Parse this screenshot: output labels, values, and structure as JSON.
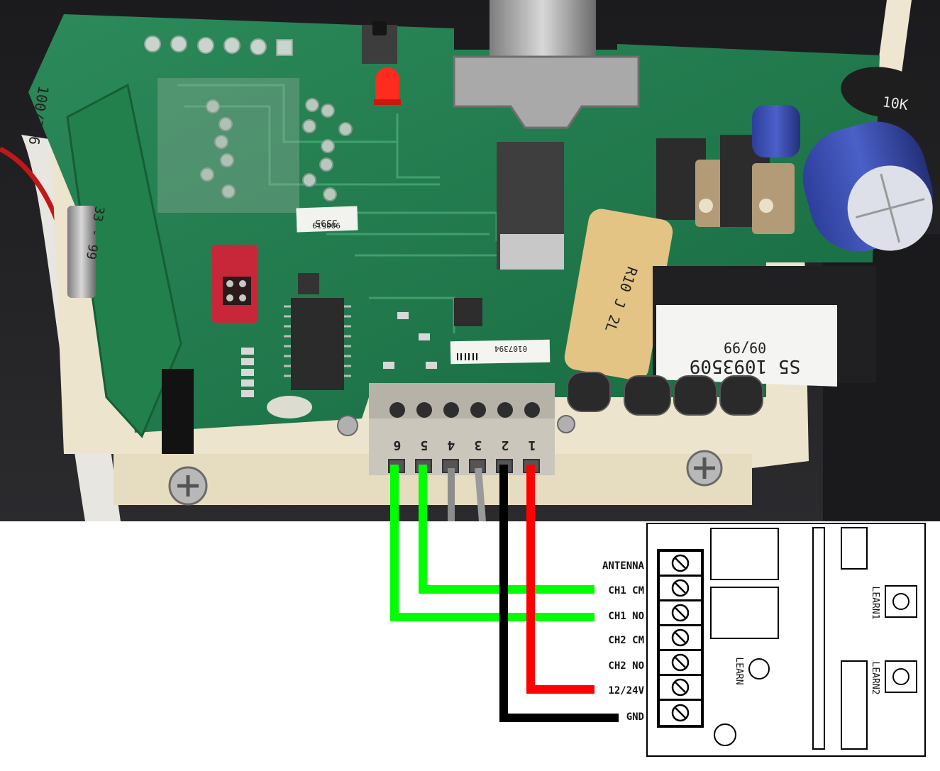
{
  "photo": {
    "terminal_numbers": [
      "6",
      "5",
      "4",
      "3",
      "2",
      "1"
    ],
    "relay_label_line1": "S5 1093509",
    "relay_label_line2": "09/99",
    "resistor_marking": "R10 J 2L",
    "coil_marking": "10K",
    "chip_sticker": "3595\n900519",
    "board_code": "0107394"
  },
  "receiver": {
    "terminals": [
      {
        "label": "ANTENNA"
      },
      {
        "label": "CH1 CM"
      },
      {
        "label": "CH1 NO"
      },
      {
        "label": "CH2 CM"
      },
      {
        "label": "CH2 NO"
      },
      {
        "label": "12/24V"
      },
      {
        "label": "GND"
      }
    ],
    "learn_label": "LEARN",
    "learn1_label": "LEARN1",
    "learn2_label": "LEARN2"
  },
  "wires": [
    {
      "from": "6",
      "to": "CH1 NO",
      "color": "#00ff00"
    },
    {
      "from": "5",
      "to": "CH1 CM",
      "color": "#00ff00"
    },
    {
      "from": "2",
      "to": "GND",
      "color": "#000000"
    },
    {
      "from": "1",
      "to": "12/24V",
      "color": "#ff0000"
    }
  ],
  "colors": {
    "green_wire": "#00ff00",
    "red_wire": "#ff0000",
    "black_wire": "#000000",
    "pcb": "#1f7a4c"
  }
}
